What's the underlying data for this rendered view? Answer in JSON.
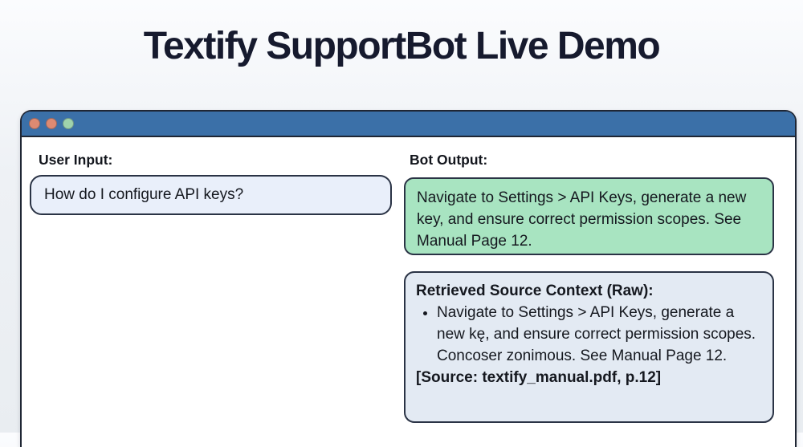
{
  "page": {
    "title": "Textify SupportBot Live Demo"
  },
  "window": {
    "traffic_lights": {
      "close": "window-dot-coral-1",
      "minimize": "window-dot-coral-2",
      "zoom": "window-dot-green"
    },
    "left_panel": {
      "label": "User Input:",
      "input_value": "How do I configure API keys?"
    },
    "right_panel": {
      "label": "Bot Output:",
      "bot_response": "Navigate to Settings > API Keys, generate a new key, and ensure correct permission scopes. See Manual Page 12.",
      "source_context": {
        "heading": "Retrieved Source Context (Raw):",
        "bullets": [
          "Navigate to Settings > API Keys, generate a new kę, and ensure correct permission scopes. Concoser zonimous. See Manual Page 12."
        ],
        "source_line": "[Source: textify_manual.pdf, p.12]"
      }
    }
  },
  "colors": {
    "titlebar": "#3b70a8",
    "dot_coral": "#dd8a72",
    "dot_green": "#9fd3ac",
    "bot_output_bg": "#a8e4c1",
    "context_bg": "#e3eaf3",
    "input_bg": "#e9effa",
    "border_dark": "#2a3345",
    "title_text": "#161a2e"
  }
}
